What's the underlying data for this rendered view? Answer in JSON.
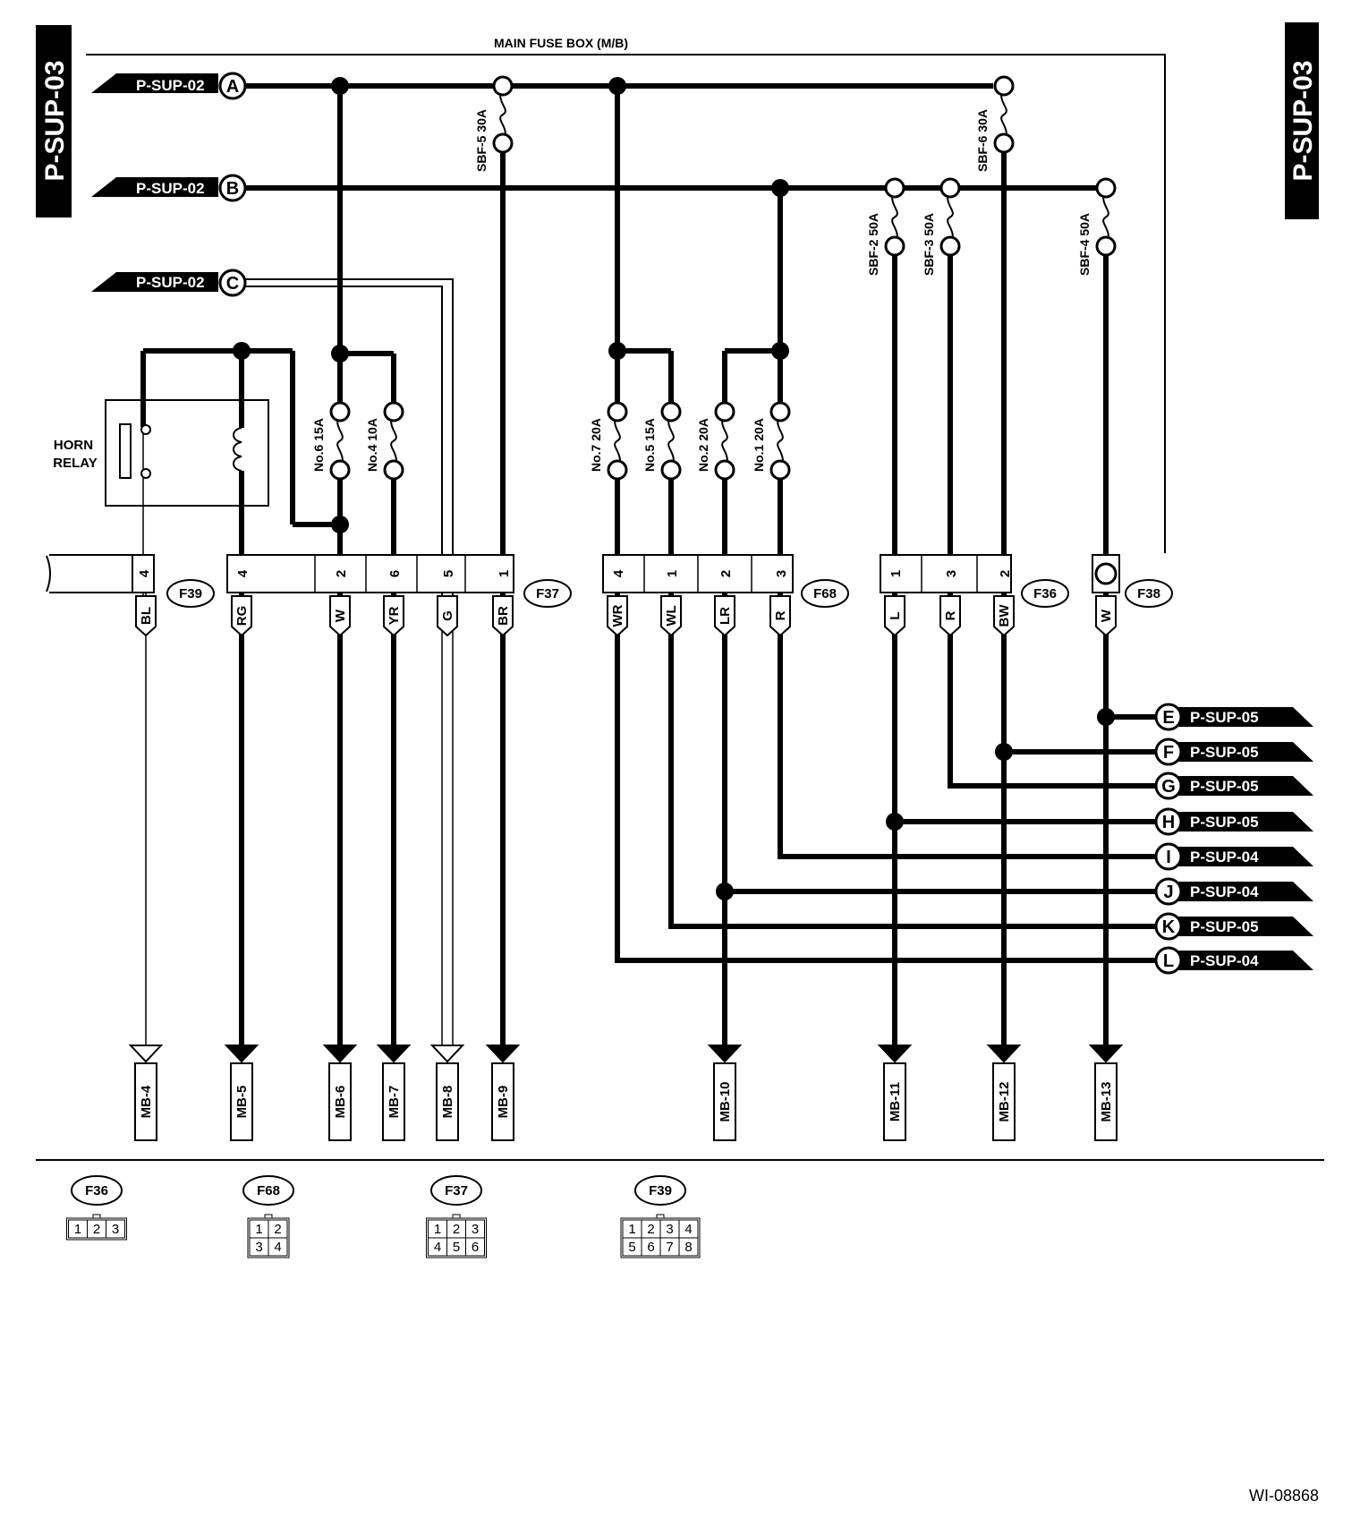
{
  "page_tag_left": "P-SUP-03",
  "page_tag_right": "P-SUP-03",
  "fuse_box_title": "MAIN FUSE BOX (M/B)",
  "horn_relay_label": [
    "HORN",
    "RELAY"
  ],
  "figure_id": "WI-08868",
  "inputs": [
    {
      "ref": "P-SUP-02",
      "letter": "A"
    },
    {
      "ref": "P-SUP-02",
      "letter": "B"
    },
    {
      "ref": "P-SUP-02",
      "letter": "C"
    }
  ],
  "fuses": {
    "sbf5": "SBF-5 30A",
    "sbf6": "SBF-6 30A",
    "sbf2": "SBF-2 50A",
    "sbf3": "SBF-3 50A",
    "sbf4": "SBF-4 50A",
    "no6": "No.6 15A",
    "no4": "No.4 10A",
    "no7": "No.7 20A",
    "no5": "No.5 15A",
    "no2": "No.2 20A",
    "no1": "No.1 20A"
  },
  "connectors": [
    "F39",
    "F37",
    "F68",
    "F36",
    "F38"
  ],
  "pins": {
    "bl": "4",
    "rg": "4",
    "w1": "2",
    "yr": "6",
    "g": "5",
    "br": "1",
    "wr": "4",
    "wl": "1",
    "lr": "2",
    "r1": "3",
    "l": "1",
    "r2": "3",
    "bw": "2"
  },
  "wires": {
    "bl": "BL",
    "rg": "RG",
    "w1": "W",
    "yr": "YR",
    "g": "G",
    "br": "BR",
    "wr": "WR",
    "wl": "WL",
    "lr": "LR",
    "r1": "R",
    "l": "L",
    "r2": "R",
    "bw": "BW",
    "w2": "W"
  },
  "outputs": {
    "mb4": "MB-4",
    "mb5": "MB-5",
    "mb6": "MB-6",
    "mb7": "MB-7",
    "mb8": "MB-8",
    "mb9": "MB-9",
    "mb10": "MB-10",
    "mb11": "MB-11",
    "mb12": "MB-12",
    "mb13": "MB-13"
  },
  "links": [
    {
      "letter": "E",
      "ref": "P-SUP-05"
    },
    {
      "letter": "F",
      "ref": "P-SUP-05"
    },
    {
      "letter": "G",
      "ref": "P-SUP-05"
    },
    {
      "letter": "H",
      "ref": "P-SUP-05"
    },
    {
      "letter": "I",
      "ref": "P-SUP-04"
    },
    {
      "letter": "J",
      "ref": "P-SUP-04"
    },
    {
      "letter": "K",
      "ref": "P-SUP-05"
    },
    {
      "letter": "L",
      "ref": "P-SUP-04"
    }
  ],
  "legend": [
    {
      "name": "F36",
      "rows": [
        [
          "1",
          "2",
          "3"
        ]
      ]
    },
    {
      "name": "F68",
      "rows": [
        [
          "1",
          "2"
        ],
        [
          "3",
          "4"
        ]
      ]
    },
    {
      "name": "F37",
      "rows": [
        [
          "1",
          "2",
          "3"
        ],
        [
          "4",
          "5",
          "6"
        ]
      ]
    },
    {
      "name": "F39",
      "rows": [
        [
          "1",
          "2",
          "3",
          "4"
        ],
        [
          "5",
          "6",
          "7",
          "8"
        ]
      ]
    }
  ]
}
